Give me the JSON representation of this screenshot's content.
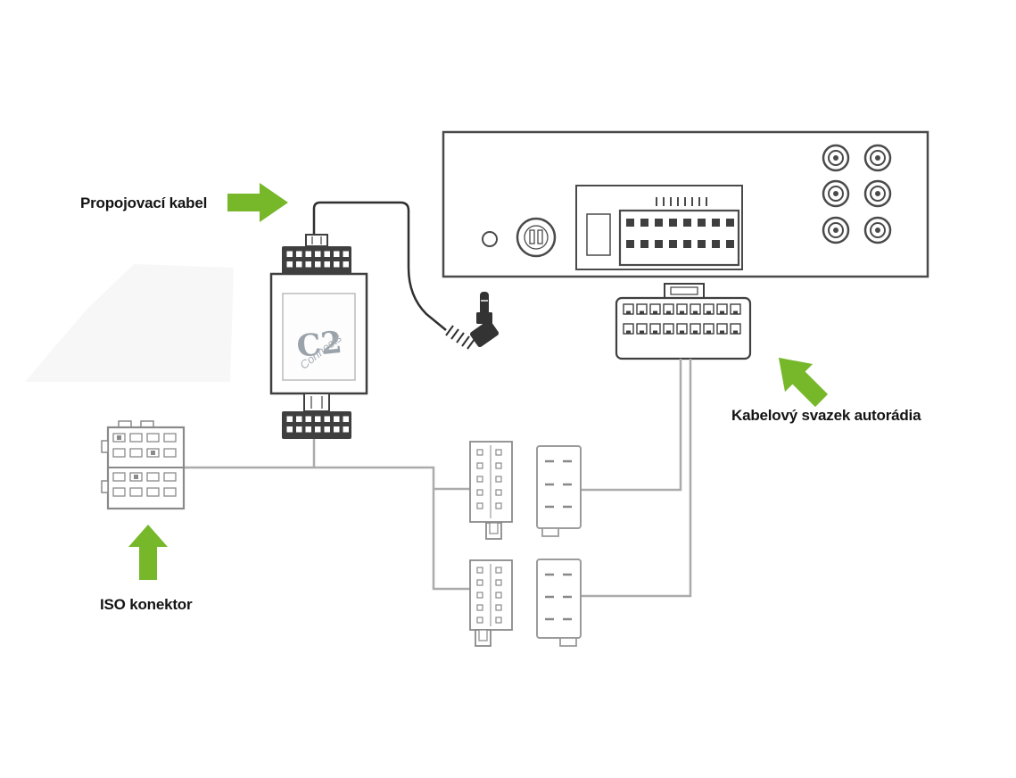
{
  "diagram": {
    "labels": {
      "cable": "Propojovací kabel",
      "harness": "Kabelový svazek autorádia",
      "iso": "ISO konektor"
    },
    "adapter": {
      "logo_text": "C2",
      "logo_script": "Connects"
    },
    "colors": {
      "accent_green": "#76b82a",
      "outline_dark": "#3f3f3f",
      "wire_gray": "#ababab",
      "connector_gray": "#8a8a8a"
    }
  }
}
